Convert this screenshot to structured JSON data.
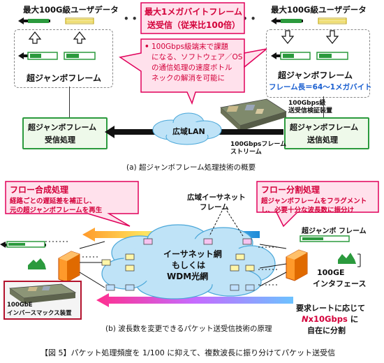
{
  "top": {
    "left_data_label": "最大100G級ユーザデータ",
    "right_data_label": "最大100G級ユーザデータ",
    "left_frame_label": "超ジャンボフレーム",
    "right_frame_label": "超ジャンボフレーム",
    "frame_length": "フレーム長＝64〜1メガバイト",
    "callout_title_1": "最大1メガバイトフレーム",
    "callout_title_2": "送受信（従来比100倍）",
    "bullet_lines": [
      "100Gbps級端末で課題",
      "になる、ソフトウェア／OS",
      "の通信処理の速度ボトル",
      "ネックの解消を可能に"
    ],
    "bullet_symbol": "•",
    "device_label_1": "100Gbps級",
    "device_label_2": "送受信検証装置",
    "rx_box_1": "超ジャンボフレーム",
    "rx_box_2": "受信処理",
    "tx_box_1": "超ジャンボフレーム",
    "tx_box_2": "送信処理",
    "wan_label": "広域LAN",
    "stream_label_1": "100Gbpsフレーム",
    "stream_label_2": "ストリーム",
    "caption": "(a)  超ジャンボフレーム処理技術の概要"
  },
  "bottom": {
    "merge_title": "フロー合成処理",
    "merge_line_1": "経路ごとの遅延差を補正し、",
    "merge_line_2": "元の超ジャンボフレームを再生",
    "split_title": "フロー分割処理",
    "split_line_1": "超ジャンボフレームをフラグメント",
    "split_line_2": "し、必要十分な波長数に振分け",
    "wan_eth_1": "広域イーサネット",
    "wan_eth_2": "フレーム",
    "cloud_1": "イーサネット網",
    "cloud_2": "もしくは",
    "cloud_3": "WDM光網",
    "jumbo_frame": "超ジャンボ フレーム",
    "ge_1": "100GE",
    "ge_2": "インタフェース",
    "req_1": "要求レートに応じて",
    "req_2a": "N",
    "req_2b": "x10Gbps",
    "req_2c": " に",
    "req_3": "自在に分割",
    "inverse_mux_1": "100GbE",
    "inverse_mux_2": "インバースマックス装置",
    "caption": "(b)  波長数を変更できるパケット送受信技術の原理"
  },
  "figure_caption": "【図 5】パケット処理頻度を 1/100 に抑えて、複数波長に振り分けてパケット送受信",
  "colors": {
    "green": "#2b9a3d",
    "red": "#d3003a",
    "pink_bg": "#ffe1ec",
    "cloud": "#bfe3f7",
    "yellow": "#f2e14a",
    "blue_text": "#1a5fd0"
  }
}
